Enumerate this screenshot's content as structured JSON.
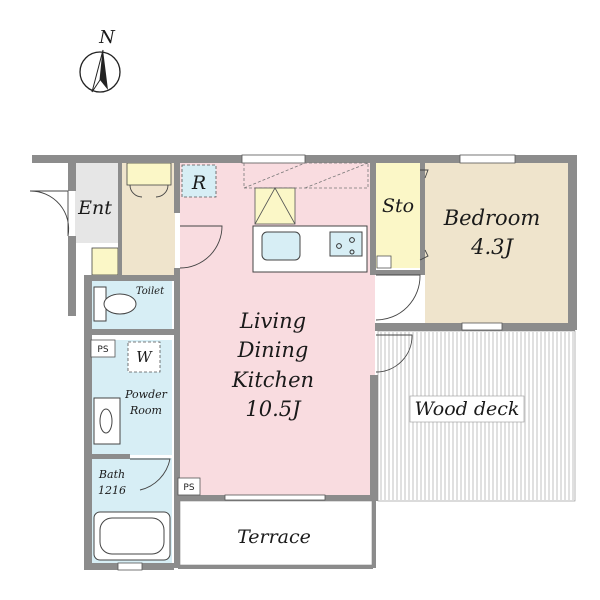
{
  "compass": {
    "label": "N",
    "icon": "north-arrow-icon"
  },
  "rooms": {
    "entrance": "Ent",
    "refrigerator": "R",
    "storage": "Sto",
    "bedroom_name": "Bedroom",
    "bedroom_size": "4.3J",
    "toilet": "Toilet",
    "ldk_line1": "Living",
    "ldk_line2": "Dining",
    "ldk_line3": "Kitchen",
    "ldk_size": "10.5J",
    "pipe_space_1": "PS",
    "pipe_space_2": "PS",
    "washer": "W",
    "powder_line1": "Powder",
    "powder_line2": "Room",
    "bath_line1": "Bath",
    "bath_line2": "1216",
    "wood_deck": "Wood deck",
    "terrace": "Terrace"
  },
  "colors": {
    "ldk": "#f9dce0",
    "bedroom": "#efe4cc",
    "storage": "#fbf7c7",
    "wet_area": "#d7eef5",
    "entrance": "#e6e6e6",
    "walls": "#8c8c8c"
  }
}
